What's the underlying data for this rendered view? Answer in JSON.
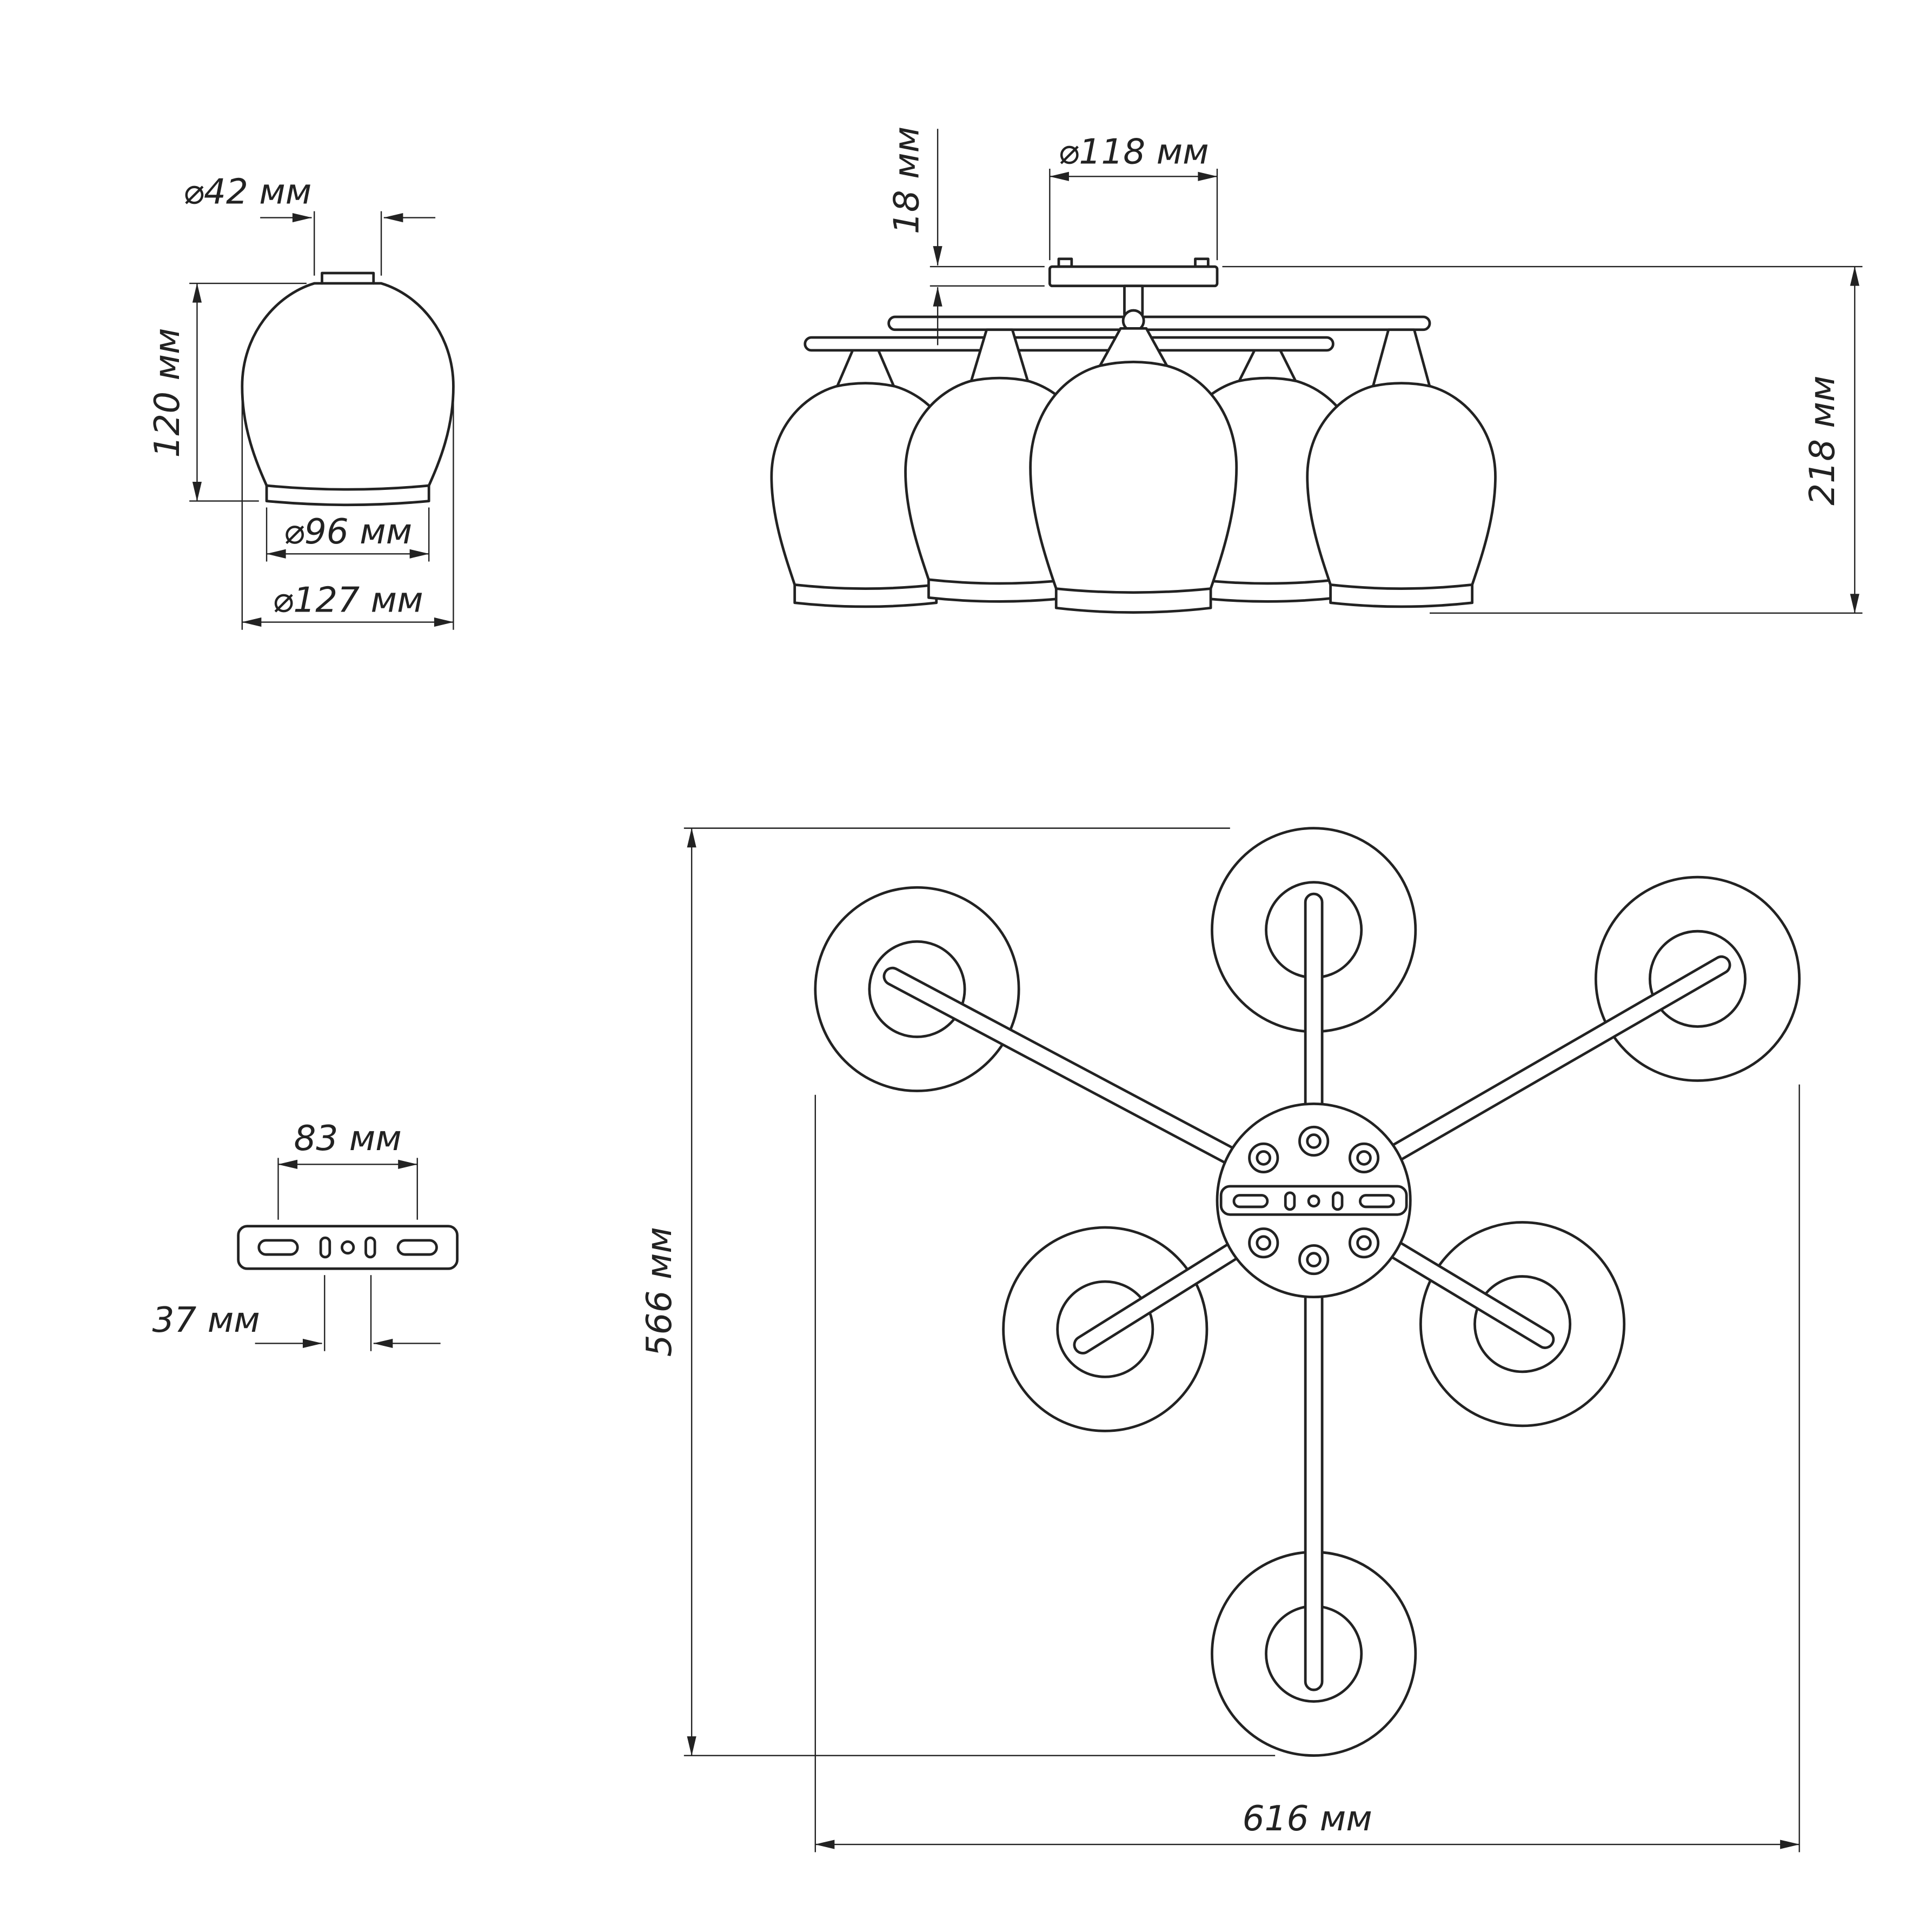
{
  "document": {
    "type": "technical-drawing",
    "subject": "ceiling chandelier 6-arm",
    "units": "мм",
    "colors": {
      "line": "#222222",
      "background": "#ffffff"
    }
  },
  "views": {
    "shade_detail": {
      "name": "lampshade detail view",
      "dim_top": "⌀42 мм",
      "dim_height": "120 мм",
      "dim_rim": "⌀96 мм",
      "dim_max": "⌀127 мм"
    },
    "side": {
      "name": "chandelier side view",
      "dim_canopy_h": "18 мм",
      "dim_canopy_d": "⌀118 мм",
      "dim_total_h": "218 мм"
    },
    "bracket": {
      "name": "mounting bracket view",
      "dim_span": "83 мм",
      "dim_width": "37 мм"
    },
    "top": {
      "name": "chandelier top view",
      "dim_depth": "566 мм",
      "dim_width": "616 мм"
    }
  }
}
